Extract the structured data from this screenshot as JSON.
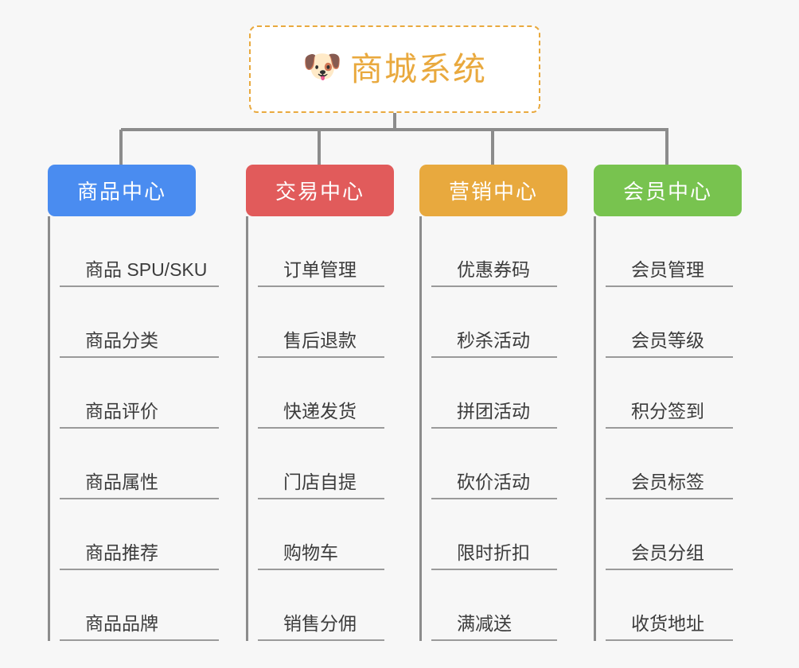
{
  "page": {
    "background_color": "#f7f7f7",
    "line_color": "#8c8c8c"
  },
  "root": {
    "title": "商城系统",
    "icon": "shiba-dog-face-emoji",
    "emoji": "🐶",
    "accent_color": "#e9a93e",
    "border_style": "dashed"
  },
  "branches": [
    {
      "label": "商品中心",
      "color": "#4a8cf0",
      "items": [
        "商品 SPU/SKU",
        "商品分类",
        "商品评价",
        "商品属性",
        "商品推荐",
        "商品品牌"
      ]
    },
    {
      "label": "交易中心",
      "color": "#e15b5b",
      "items": [
        "订单管理",
        "售后退款",
        "快递发货",
        "门店自提",
        "购物车",
        "销售分佣"
      ]
    },
    {
      "label": "营销中心",
      "color": "#e8a93e",
      "items": [
        "优惠券码",
        "秒杀活动",
        "拼团活动",
        "砍价活动",
        "限时折扣",
        "满减送"
      ]
    },
    {
      "label": "会员中心",
      "color": "#78c34f",
      "items": [
        "会员管理",
        "会员等级",
        "积分签到",
        "会员标签",
        "会员分组",
        "收货地址"
      ]
    }
  ]
}
